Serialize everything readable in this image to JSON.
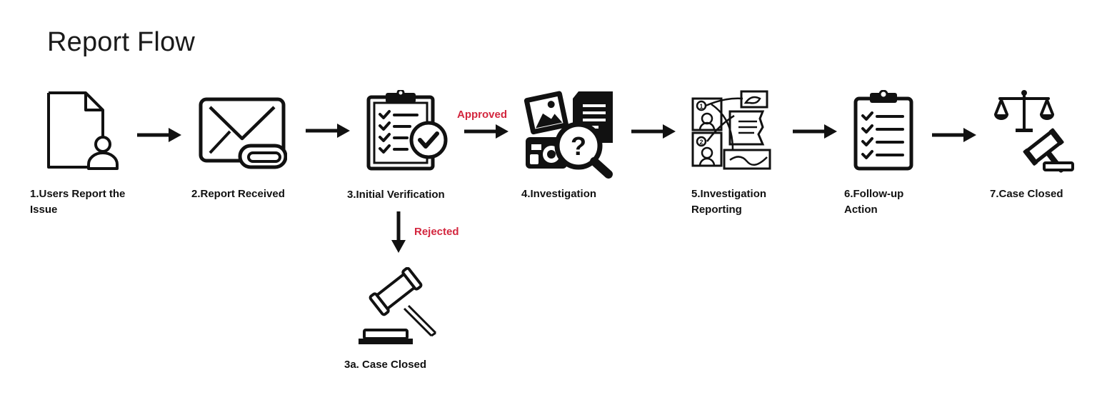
{
  "title": "Report Flow",
  "colors": {
    "accent": "#d3263e",
    "ink": "#111111"
  },
  "steps": [
    {
      "label": "1.Users Report the Issue",
      "icon": "user-document-icon"
    },
    {
      "label": "2.Report Received",
      "icon": "envelope-attachment-icon"
    },
    {
      "label": "3.Initial Verification",
      "icon": "clipboard-check-icon"
    },
    {
      "label": "4.Investigation",
      "icon": "investigation-evidence-icon"
    },
    {
      "label": "5.Investigation Reporting",
      "icon": "evidence-board-icon"
    },
    {
      "label": "6.Follow-up Action",
      "icon": "clipboard-checklist-icon"
    },
    {
      "label": "7.Case Closed",
      "icon": "scales-gavel-icon"
    }
  ],
  "branch": {
    "label": "3a. Case Closed",
    "icon": "gavel-icon"
  },
  "edges": {
    "approved": "Approved",
    "rejected": "Rejected"
  }
}
